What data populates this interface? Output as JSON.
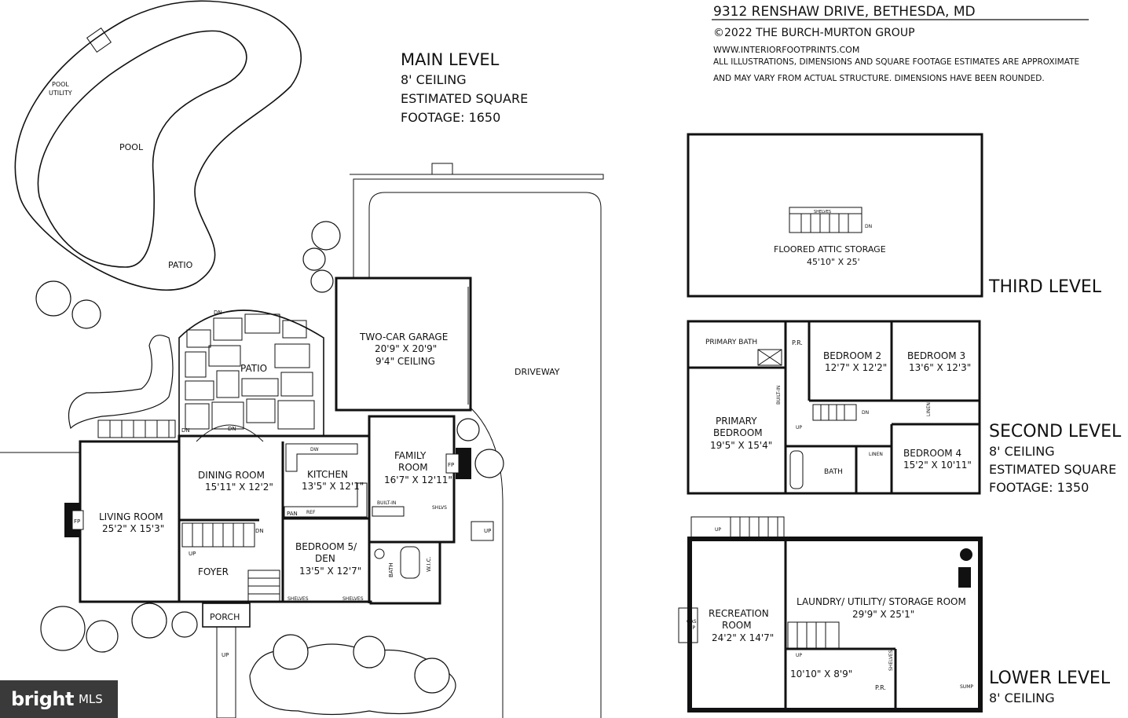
{
  "header": {
    "address": "9312 RENSHAW DRIVE, BETHESDA, MD",
    "copyright": "©2022 THE BURCH-MURTON GROUP",
    "website": "WWW.INTERIORFOOTPRINTS.COM",
    "disclaimer_1": "ALL ILLUSTRATIONS, DIMENSIONS AND SQUARE FOOTAGE ESTIMATES ARE APPROXIMATE",
    "disclaimer_2": "AND MAY VARY FROM ACTUAL STRUCTURE. DIMENSIONS HAVE BEEN ROUNDED."
  },
  "main_level": {
    "title": "MAIN LEVEL",
    "ceiling": "8' CEILING",
    "sqft_1": "ESTIMATED SQUARE",
    "sqft_2": "FOOTAGE: 1650",
    "pool_utility_1": "POOL",
    "pool_utility_2": "UTILITY",
    "pool": "POOL",
    "patio_1": "PATIO",
    "patio_2": "PATIO",
    "driveway": "DRIVEWAY",
    "garage": {
      "name": "TWO-CAR GARAGE",
      "dims": "20'9\" X 20'9\"",
      "ceiling": "9'4\" CEILING"
    },
    "dining": {
      "name": "DINING ROOM",
      "dims": "15'11\" X 12'2\""
    },
    "kitchen": {
      "name": "KITCHEN",
      "dims": "13'5\" X 12'1\""
    },
    "family": {
      "name_1": "FAMILY",
      "name_2": "ROOM",
      "dims": "16'7\" X 12'11\""
    },
    "living": {
      "name": "LIVING ROOM",
      "dims": "25'2\" X 15'3\""
    },
    "bedroom5": {
      "name_1": "BEDROOM 5/",
      "name_2": "DEN",
      "dims": "13'5\" X 12'7\""
    },
    "foyer": "FOYER",
    "porch": "PORCH",
    "bath": "BATH",
    "wic": "W.I.C.",
    "pan": "PAN",
    "ref": "REF",
    "dw": "DW",
    "built_in": "BUILT-IN",
    "shlvs": "SHLVS",
    "shelves_1": "SHELVES",
    "shelves_2": "SHELVES",
    "fp_1": "FP",
    "fp_2": "FP",
    "dn_1": "DN",
    "dn_2": "DN",
    "dn_3": "DN",
    "dn_4": "DN",
    "up_1": "UP",
    "up_2": "UP",
    "up_3": "UP"
  },
  "third_level": {
    "title": "THIRD LEVEL",
    "attic": {
      "name": "FLOORED ATTIC STORAGE",
      "dims": "45'10\" X 25'"
    },
    "shelves": "SHELVES",
    "dn": "DN"
  },
  "second_level": {
    "title": "SECOND LEVEL",
    "ceiling": "8' CEILING",
    "sqft_1": "ESTIMATED SQUARE",
    "sqft_2": "FOOTAGE: 1350",
    "primary_bath": "PRIMARY BATH",
    "pr": "P.R.",
    "bedroom2": {
      "name": "BEDROOM 2",
      "dims": "12'7\" X 12'2\""
    },
    "bedroom3": {
      "name": "BEDROOM 3",
      "dims": "13'6\" X 12'3\""
    },
    "primary": {
      "name_1": "PRIMARY",
      "name_2": "BEDROOM",
      "dims": "19'5\" X 15'4\""
    },
    "bedroom4": {
      "name": "BEDROOM 4",
      "dims": "15'2\" X 10'11\""
    },
    "bath": "BATH",
    "linen_1": "LINEN",
    "linen_2": "LINEN",
    "built_in": "BUILT-IN",
    "dn": "DN",
    "up": "UP"
  },
  "lower_level": {
    "title": "LOWER LEVEL",
    "ceiling": "8' CEILING",
    "recreation": {
      "name_1": "RECREATION",
      "name_2": "ROOM",
      "dims": "24'2\" X 14'7\""
    },
    "laundry": {
      "name": "LAUNDRY/ UTILITY/ STORAGE ROOM",
      "dims": "29'9\" X 25'1\""
    },
    "small_room_dims": "10'10\" X 8'9\"",
    "pr": "P.R.",
    "shelves": "SHELVES",
    "gas_fp_1": "GAS",
    "gas_fp_2": "FP",
    "sump": "SUMP",
    "up_1": "UP",
    "up_2": "UP"
  },
  "watermark": {
    "brand": "bright",
    "suffix": "MLS"
  }
}
